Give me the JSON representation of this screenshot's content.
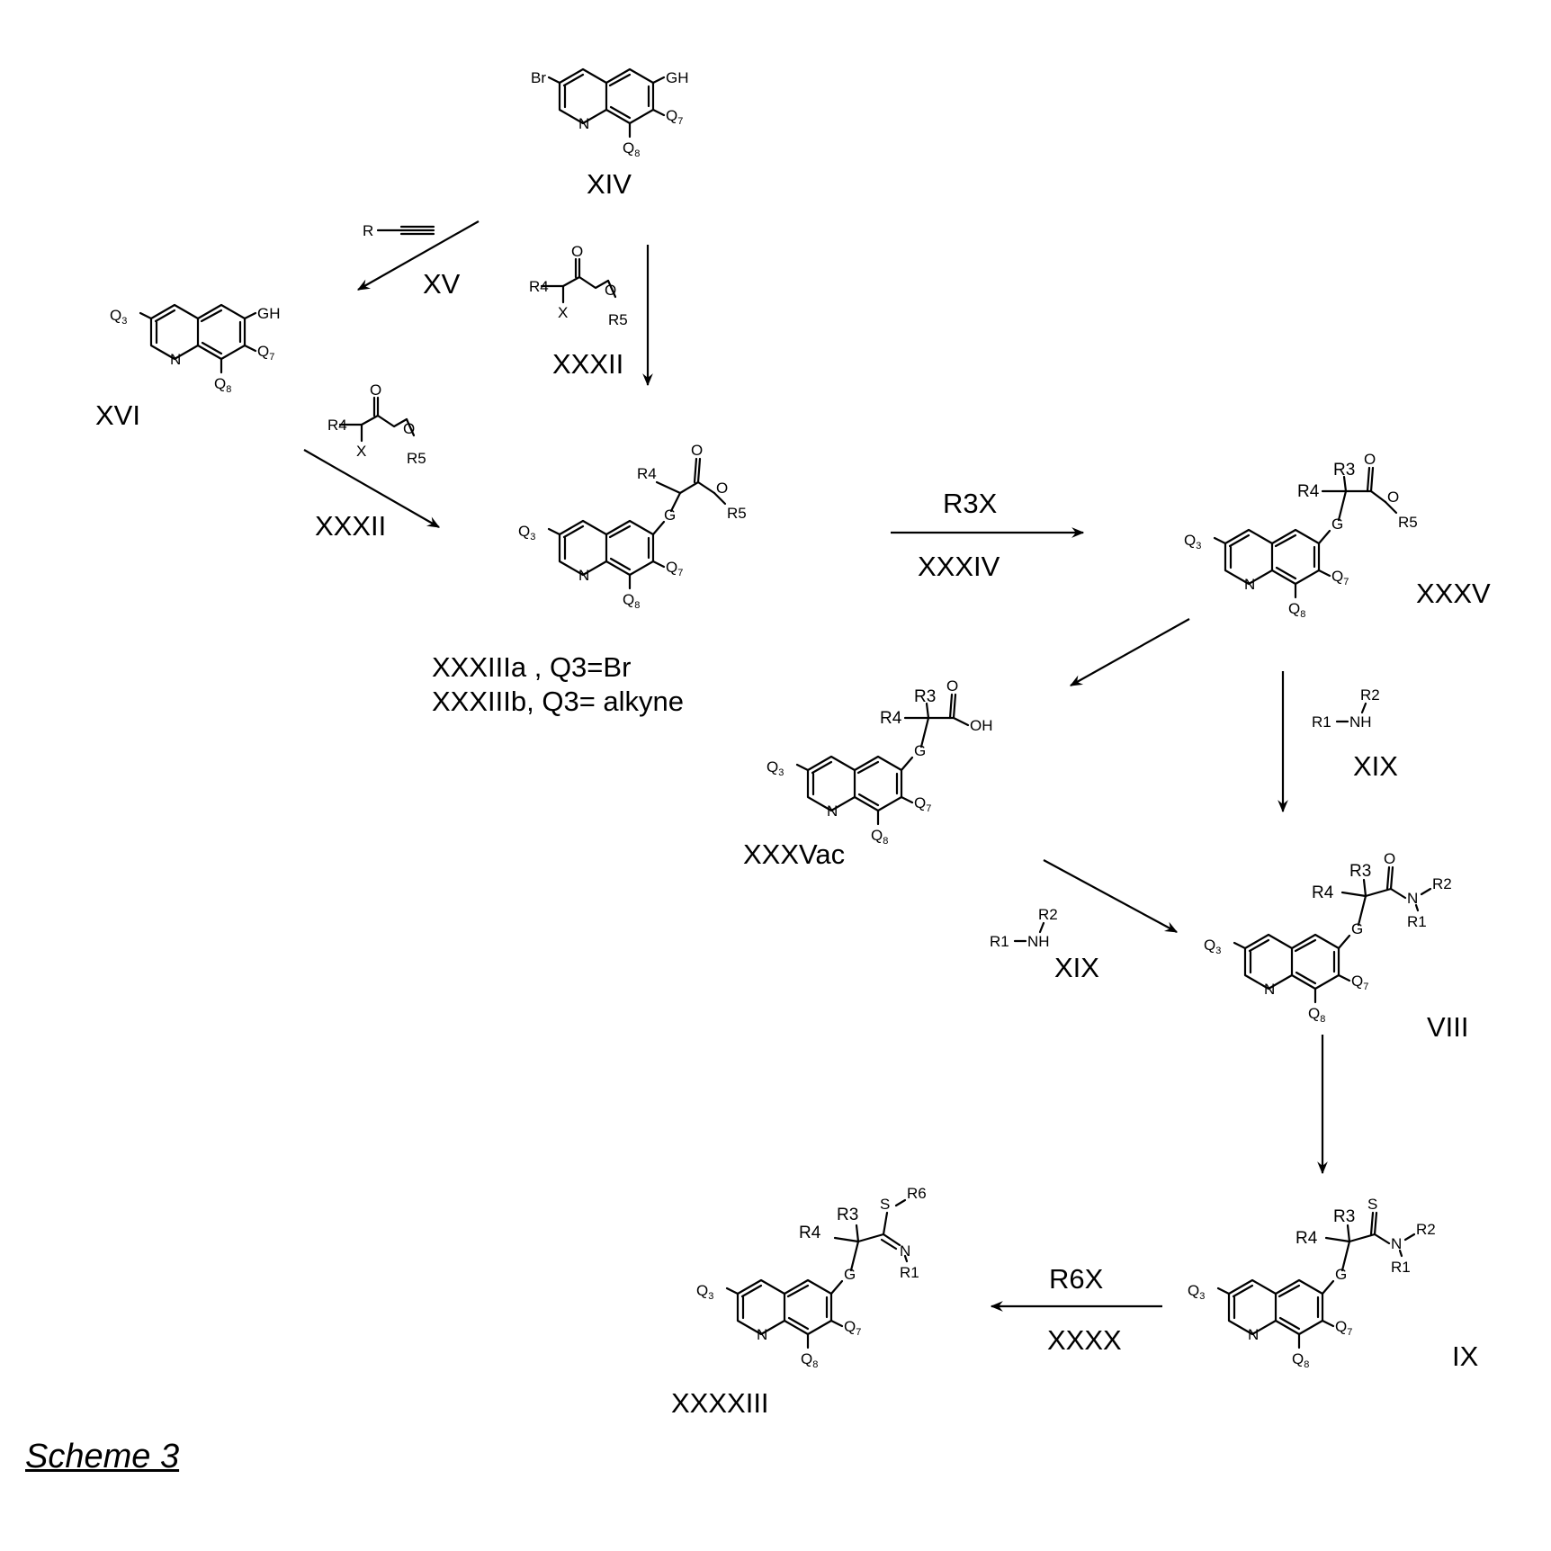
{
  "title": "Scheme 3",
  "compounds": [
    {
      "id": "XIV",
      "label": "XIV",
      "subs": {
        "q3": "Br",
        "g": "GH",
        "q7": "Q",
        "q7sub": "7",
        "q8": "Q",
        "q8sub": "8"
      }
    },
    {
      "id": "XVI",
      "label": "XVI",
      "subs": {
        "q3": "Q",
        "q3sub": "3",
        "g": "GH",
        "q7": "Q",
        "q7sub": "7",
        "q8": "Q",
        "q8sub": "8"
      }
    },
    {
      "id": "XXXIII",
      "label_a": "XXXIIIa , Q3=Br",
      "label_b": "XXXIIIb, Q3= alkyne",
      "subs": {
        "q3": "Q",
        "q3sub": "3",
        "g": "G",
        "q7": "Q",
        "q7sub": "7",
        "q8": "Q",
        "q8sub": "8",
        "r4": "R4",
        "o1": "O",
        "o2": "O",
        "r5": "R5"
      }
    },
    {
      "id": "XXXV",
      "label": "XXXV",
      "subs": {
        "q3": "Q",
        "q3sub": "3",
        "g": "G",
        "q7": "Q",
        "q7sub": "7",
        "q8": "Q",
        "q8sub": "8",
        "r3": "R3",
        "r4": "R4",
        "o1": "O",
        "o2": "O",
        "r5": "R5"
      }
    },
    {
      "id": "XXXVac",
      "label": "XXXVac",
      "subs": {
        "q3": "Q",
        "q3sub": "3",
        "g": "G",
        "q7": "Q",
        "q7sub": "7",
        "q8": "Q",
        "q8sub": "8",
        "r3": "R3",
        "r4": "R4",
        "o1": "O",
        "oh": "OH"
      }
    },
    {
      "id": "VIII",
      "label": "VIII",
      "subs": {
        "q3": "Q",
        "q3sub": "3",
        "g": "G",
        "q7": "Q",
        "q7sub": "7",
        "q8": "Q",
        "q8sub": "8",
        "r3": "R3",
        "r4": "R4",
        "o1": "O",
        "n": "N",
        "r1": "R1",
        "r2": "R2"
      }
    },
    {
      "id": "IX",
      "label": "IX",
      "subs": {
        "q3": "Q",
        "q3sub": "3",
        "g": "G",
        "q7": "Q",
        "q7sub": "7",
        "q8": "Q",
        "q8sub": "8",
        "r3": "R3",
        "r4": "R4",
        "s": "S",
        "n": "N",
        "r1": "R1",
        "r2": "R2"
      }
    },
    {
      "id": "XXXXIII",
      "label": "XXXXIII",
      "subs": {
        "q3": "Q",
        "q3sub": "3",
        "g": "G",
        "q7": "Q",
        "q7sub": "7",
        "q8": "Q",
        "q8sub": "8",
        "r3": "R3",
        "r4": "R4",
        "s": "S",
        "r6": "R6",
        "n": "N",
        "r1": "R1"
      }
    }
  ],
  "ring_n": "N",
  "reagents": {
    "alkyne": {
      "r": "R",
      "label": "XV"
    },
    "haloester_top": {
      "r4": "R4",
      "x": "X",
      "o1": "O",
      "o2": "O",
      "r5": "R5",
      "label": "XXXII"
    },
    "haloester_left": {
      "r4": "R4",
      "x": "X",
      "o1": "O",
      "o2": "O",
      "r5": "R5",
      "label": "XXXII"
    },
    "r3x": {
      "top": "R3X",
      "bottom": "XXXIV"
    },
    "amine_right": {
      "r1": "R1",
      "nh": "NH",
      "r2": "R2",
      "label": "XIX"
    },
    "amine_mid": {
      "r1": "R1",
      "nh": "NH",
      "r2": "R2",
      "label": "XIX"
    },
    "r6x": {
      "top": "R6X",
      "bottom": "XXXX"
    }
  }
}
